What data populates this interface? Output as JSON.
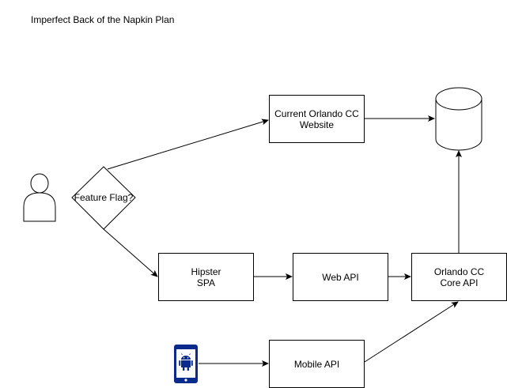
{
  "diagram": {
    "title": "Imperfect Back of the Napkin Plan",
    "nodes": {
      "current_site": "Current Orlando CC\nWebsite",
      "feature_flag": "Feature Flag?",
      "hipster_spa": "Hipster\nSPA",
      "web_api": "Web API",
      "core_api": "Orlando CC\nCore API",
      "mobile_api": "Mobile API"
    },
    "icons": {
      "user": "user-icon",
      "database": "database-icon",
      "mobile": "android-phone-icon"
    },
    "colors": {
      "stroke": "#000000",
      "phone": "#0a2a8c",
      "background": "#ffffff"
    },
    "edges": [
      {
        "from": "feature_flag",
        "to": "current_site"
      },
      {
        "from": "feature_flag",
        "to": "hipster_spa"
      },
      {
        "from": "current_site",
        "to": "database"
      },
      {
        "from": "hipster_spa",
        "to": "web_api"
      },
      {
        "from": "web_api",
        "to": "core_api"
      },
      {
        "from": "core_api",
        "to": "database"
      },
      {
        "from": "mobile",
        "to": "mobile_api"
      },
      {
        "from": "mobile_api",
        "to": "core_api"
      }
    ]
  }
}
